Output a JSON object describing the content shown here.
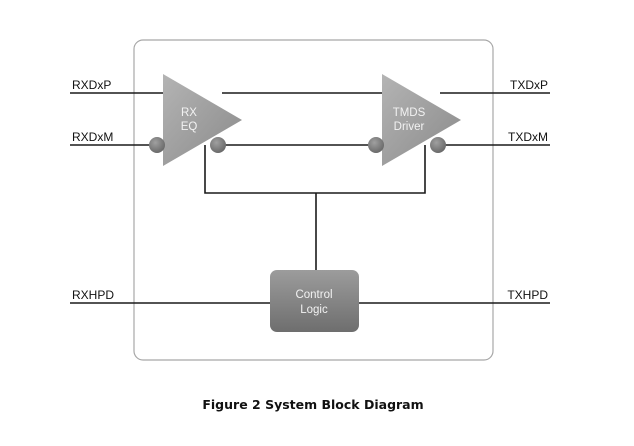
{
  "signals": {
    "rxdxp": "RXDxP",
    "rxdxm": "RXDxM",
    "rxhpd": "RXHPD",
    "txdxp": "TXDxP",
    "txdxm": "TXDxM",
    "txhpd": "TXHPD"
  },
  "blocks": {
    "rx_eq": {
      "line1": "RX",
      "line2": "EQ"
    },
    "tmds_driver": {
      "line1": "TMDS",
      "line2": "Driver"
    },
    "control_logic": {
      "line1": "Control",
      "line2": "Logic"
    }
  },
  "caption": "Figure 2 System Block Diagram",
  "colors": {
    "line": "#1a1a1a",
    "frame": "#9a9a9a",
    "block_fill": "#9a9a9a",
    "block_text": "#f2f2f2",
    "port_fill": "#7d7d7d"
  }
}
